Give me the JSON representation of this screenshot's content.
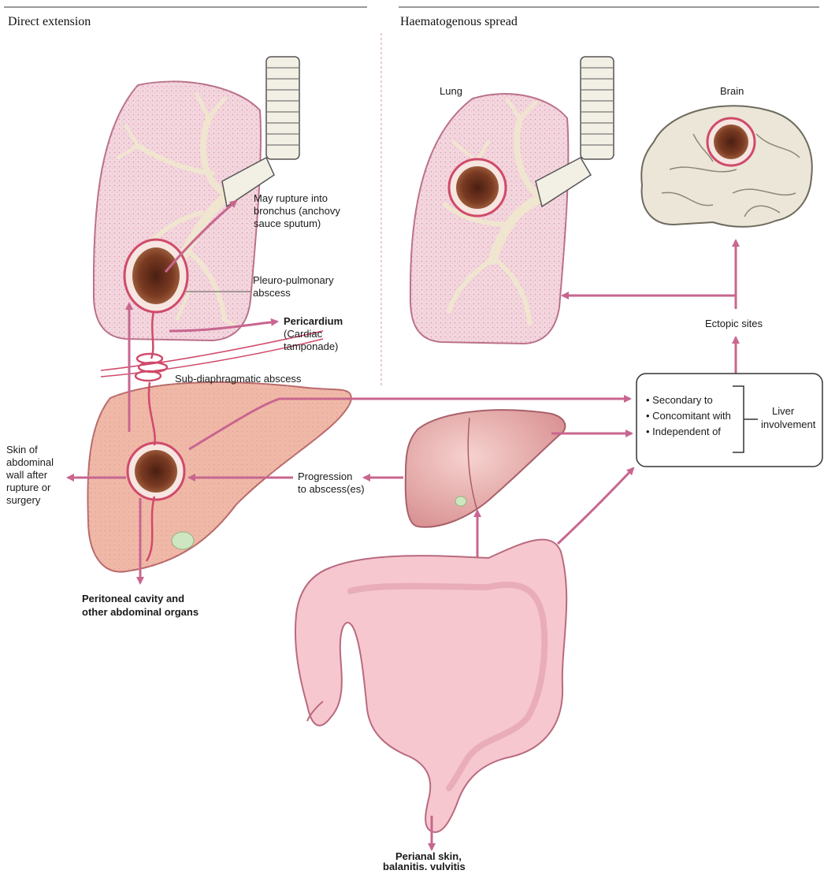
{
  "headers": {
    "left": "Direct extension",
    "right": "Haematogenous spread"
  },
  "labels": {
    "rupture_bronchus": [
      "May rupture into",
      "bronchus (anchovy",
      "sauce sputum)"
    ],
    "pleuro_pulmonary": [
      "Pleuro-pulmonary",
      "abscess"
    ],
    "pericardium_title": "Pericardium",
    "pericardium_sub": [
      "(Cardiac",
      "tamponade)"
    ],
    "sub_diaphragmatic": "Sub-diaphragmatic abscess",
    "skin_abdominal": [
      "Skin of",
      "abdominal",
      "wall after",
      "rupture or",
      "surgery"
    ],
    "peritoneal": [
      "Peritoneal cavity and",
      "other abdominal organs"
    ],
    "progression": [
      "Progression",
      "to abscess(es)"
    ],
    "lung": "Lung",
    "brain": "Brain",
    "ectopic": "Ectopic sites",
    "perianal": [
      "Perianal skin,",
      "balanitis, vulvitis"
    ]
  },
  "involvement_box": {
    "items": [
      "• Secondary to",
      "• Concomitant with",
      "• Independent of"
    ],
    "summary": [
      "Liver",
      "involvement"
    ]
  },
  "colors": {
    "arrow": "#c8668f",
    "lung_fill": "#f3d6de",
    "liver_fill": "#f0b9a6",
    "colon_fill": "#f7c7cf",
    "brain_fill": "#ece6d8",
    "abscess": "#6b3320"
  }
}
